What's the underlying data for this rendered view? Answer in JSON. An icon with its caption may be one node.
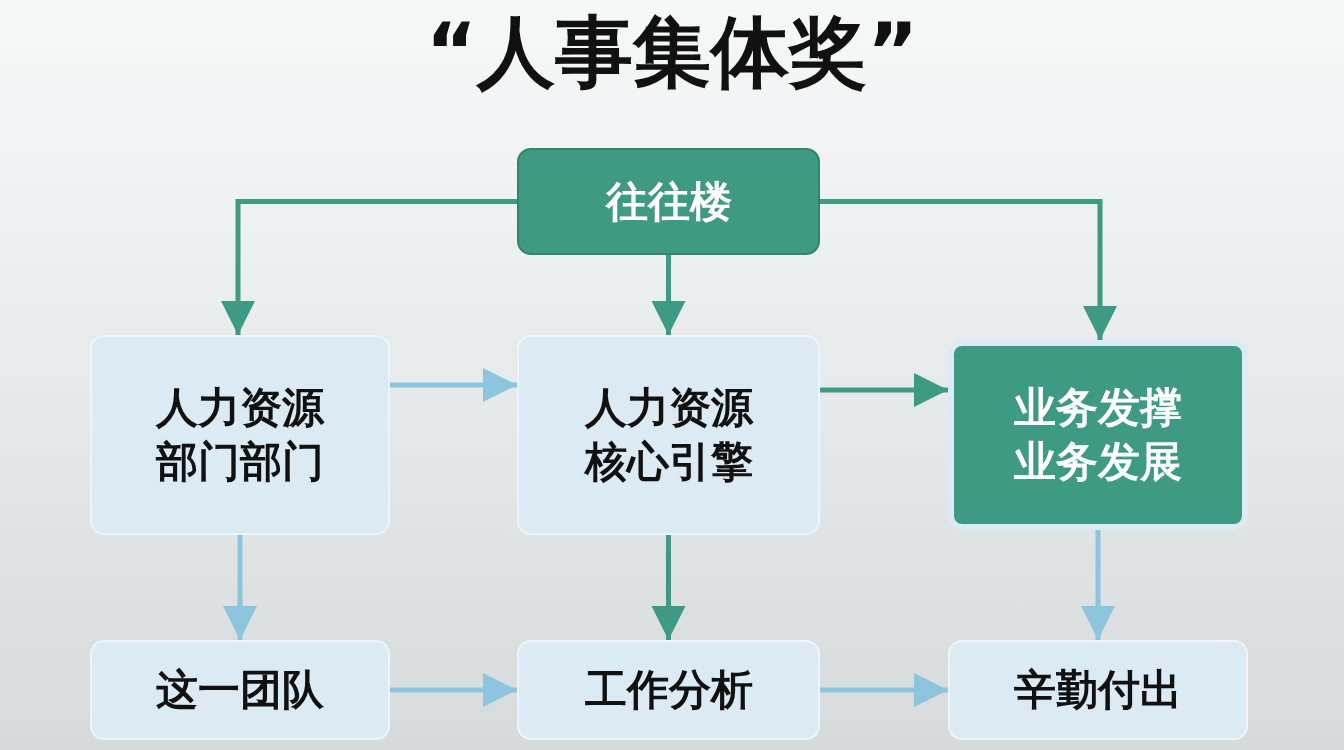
{
  "diagram": {
    "title": "“人事集体奖”",
    "nodes": [
      {
        "text": [
          "往往楼"
        ]
      },
      {
        "text": [
          "人力资源部门部门"
        ]
      },
      {
        "text": [
          "人力资源核心引擎"
        ]
      },
      {
        "text": [
          "业务发撑业务发展"
        ]
      },
      {
        "text": [
          "这一团队"
        ]
      },
      {
        "text": [
          "工作分析"
        ]
      },
      {
        "text": [
          "辛勤付出"
        ]
      }
    ],
    "edges": [
      {
        "from": 0,
        "to": 1,
        "arrow": "to"
      },
      {
        "from": 0,
        "to": 2,
        "arrow": "to"
      },
      {
        "from": 0,
        "to": 3,
        "arrow": "to"
      },
      {
        "from": 1,
        "to": 2,
        "arrow": "to",
        "color": "#8ec5de"
      },
      {
        "from": 2,
        "to": 3,
        "arrow": "to"
      },
      {
        "from": 1,
        "to": 4,
        "arrow": "to",
        "color": "#8ec5de"
      },
      {
        "from": 2,
        "to": 5,
        "arrow": "to"
      },
      {
        "from": 3,
        "to": 6,
        "arrow": "to",
        "color": "#8ec5de"
      },
      {
        "from": 4,
        "to": 5,
        "arrow": "to",
        "color": "#8ec5de"
      },
      {
        "from": 5,
        "to": 6,
        "arrow": "to",
        "color": "#8ec5de"
      }
    ]
  }
}
